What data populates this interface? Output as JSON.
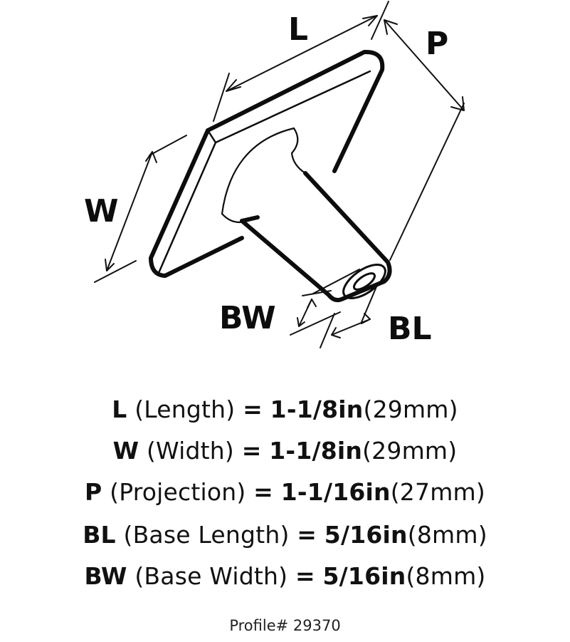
{
  "drawing": {
    "subject": "square cabinet knob dimension diagram",
    "labels": {
      "L": "L",
      "P": "P",
      "W": "W",
      "BW": "BW",
      "BL": "BL"
    }
  },
  "specs": [
    {
      "abbr": "L",
      "desc": "(Length)",
      "eq": "=",
      "imperial": "1-1/8in",
      "metric": "(29mm)"
    },
    {
      "abbr": "W",
      "desc": "(Width)",
      "eq": "=",
      "imperial": "1-1/8in",
      "metric": "(29mm)"
    },
    {
      "abbr": "P",
      "desc": "(Projection)",
      "eq": "=",
      "imperial": "1-1/16in",
      "metric": "(27mm)"
    },
    {
      "abbr": "BL",
      "desc": "(Base Length)",
      "eq": "=",
      "imperial": "5/16in",
      "metric": "(8mm)"
    },
    {
      "abbr": "BW",
      "desc": "(Base Width)",
      "eq": "=",
      "imperial": "5/16in",
      "metric": "(8mm)"
    }
  ],
  "profile": "Profile# 29370",
  "colors": {
    "ink": "#111111",
    "background": "#ffffff"
  }
}
